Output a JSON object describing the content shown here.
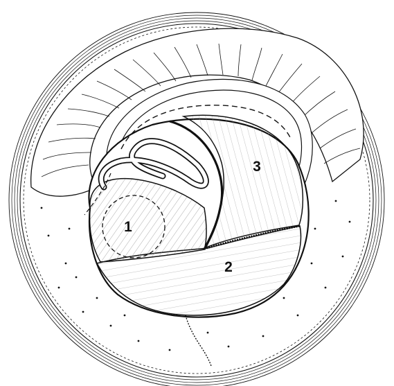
{
  "figure": {
    "labels": [
      {
        "id": "region-1",
        "text": "1"
      },
      {
        "id": "region-2",
        "text": "2"
      },
      {
        "id": "region-3",
        "text": "3"
      }
    ],
    "colors": {
      "ink": "#111111",
      "paper": "#ffffff",
      "hatch": "#888888"
    }
  }
}
